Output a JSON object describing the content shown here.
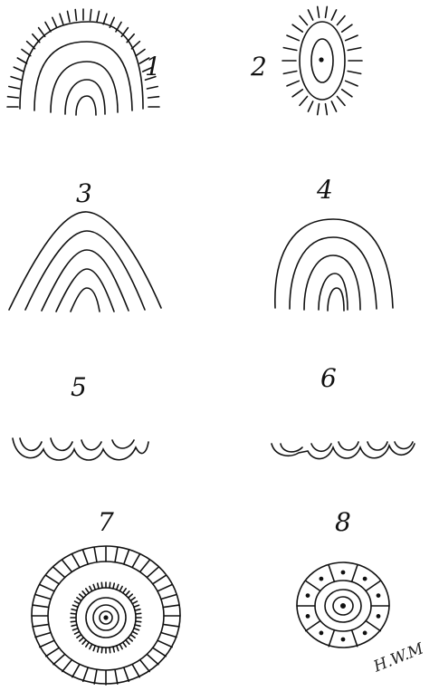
{
  "figures": [
    {
      "label": "1",
      "motif": "arches-with-radiating-rays"
    },
    {
      "label": "2",
      "motif": "oval-with-dot-and-rays"
    },
    {
      "label": "3",
      "motif": "pointed-concentric-arches"
    },
    {
      "label": "4",
      "motif": "rounded-concentric-arches"
    },
    {
      "label": "5",
      "motif": "scalloped-line"
    },
    {
      "label": "6",
      "motif": "scalloped-line"
    },
    {
      "label": "7",
      "motif": "concentric-rings-with-ticks"
    },
    {
      "label": "8",
      "motif": "ring-with-segments-and-dots"
    }
  ],
  "signature": "H.W.M",
  "colors": {
    "ink": "#111111",
    "paper": "#ffffff"
  }
}
